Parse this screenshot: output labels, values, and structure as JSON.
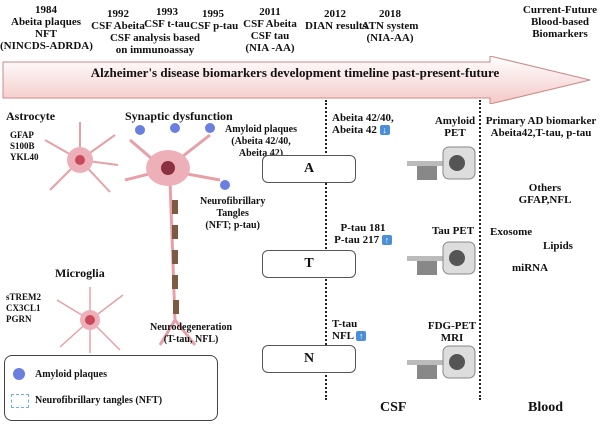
{
  "timeline": [
    {
      "year": "1984",
      "lines": [
        "Abeita plaques",
        "NFT",
        "(NINCDS-ADRDA)"
      ]
    },
    {
      "year": "1992",
      "lines": [
        "CSF Abeita"
      ]
    },
    {
      "year": "1993",
      "lines": [
        "CSF t-tau"
      ]
    },
    {
      "year": "1995",
      "lines": [
        "CSF p-tau"
      ]
    },
    {
      "shared": [
        "CSF analysis based",
        "on immunoassay"
      ]
    },
    {
      "year": "2011",
      "lines": [
        "CSF Abeita",
        "CSF tau",
        "(NIA -AA)"
      ]
    },
    {
      "year": "2012",
      "lines": [
        "DIAN results"
      ]
    },
    {
      "year": "2018",
      "lines": [
        "ATN system",
        "(NIA-AA)"
      ]
    },
    {
      "year": "Current-Future",
      "lines": [
        "Blood-based",
        "Biomarkers"
      ]
    }
  ],
  "banner": "Alzheimer's disease biomarkers development timeline past-present-future",
  "left": {
    "astrocyte": "Astrocyte",
    "astro_markers": [
      "GFAP",
      "S100B",
      "YKL40"
    ],
    "synaptic": "Synaptic dysfunction",
    "amyloid": [
      "Amyloid plaques",
      "(Abeita 42/40,",
      "Abeita 42)"
    ],
    "nft": [
      "Neurofibrillary",
      "Tangles",
      "(NFT; p-tau)"
    ],
    "microglia": "Microglia",
    "micro_markers": [
      "sTREM2",
      "CX3CL1",
      "PGRN"
    ],
    "neurodeg": [
      "Neurodegeneration",
      "(T-tau, NFL)"
    ]
  },
  "legend": {
    "plaques": "Amyloid plaques",
    "tangles": "Neurofibrillary tangles (NFT)"
  },
  "atn": {
    "A": "A",
    "T": "T",
    "N": "N"
  },
  "csf": {
    "a": [
      "Abeita 42/40,",
      "Abeita 42"
    ],
    "t": [
      "P-tau 181",
      "P-tau 217"
    ],
    "n": [
      "T-tau",
      "NFL"
    ],
    "label": "CSF"
  },
  "imaging": {
    "a": [
      "Amyloid",
      "PET"
    ],
    "t": "Tau PET",
    "n": [
      "FDG-PET",
      "MRI"
    ]
  },
  "blood": {
    "primary": [
      "Primary AD biomarker",
      "Abeita42,T-tau, p-tau"
    ],
    "others": [
      "Others",
      "GFAP,NFL"
    ],
    "exosome": "Exosome",
    "lipids": "Lipids",
    "mirna": "miRNA",
    "label": "Blood"
  },
  "colors": {
    "arrow": "#f9d6d6",
    "arrow_border": "#c88",
    "down_up_icon": "#4a8fd8",
    "plaque": "#6a7fe0",
    "cell": "#e7a0a8"
  }
}
